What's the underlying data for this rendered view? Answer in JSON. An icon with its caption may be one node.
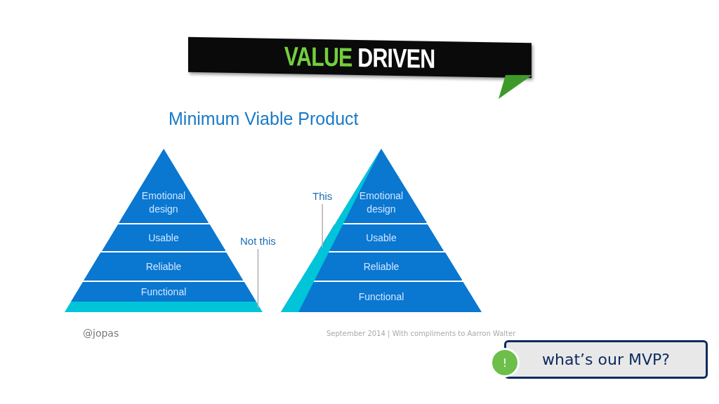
{
  "diagram": {
    "title": "VALUE DRIVEN",
    "nodes": [
      {
        "text": [
          "Emotional design"
        ]
      },
      {
        "text": [
          "Usable"
        ]
      },
      {
        "text": [
          "Reliable"
        ]
      },
      {
        "text": [
          "Functional"
        ]
      },
      {
        "text": [],
        "shape": "bar"
      },
      {
        "text": [
          "Not this"
        ]
      },
      {
        "text": [
          "Emotional design"
        ]
      },
      {
        "text": [
          "Usable"
        ]
      },
      {
        "text": [
          "Reliable"
        ]
      },
      {
        "text": [
          "Functional"
        ]
      },
      {
        "text": [],
        "shape": "bar"
      },
      {
        "text": [
          "This"
        ]
      },
      {
        "text": [
          "!"
        ]
      },
      {
        "text": [
          "what’s our MVP?"
        ]
      }
    ],
    "edges": [
      {
        "from": 5,
        "to": 4,
        "arrow": "none"
      },
      {
        "from": 11,
        "to": 10,
        "arrow": "none"
      }
    ],
    "labels": [
      "Minimum Viable Product",
      "@jopas",
      "September 2014 | With compliments to Aarron Walter"
    ]
  }
}
